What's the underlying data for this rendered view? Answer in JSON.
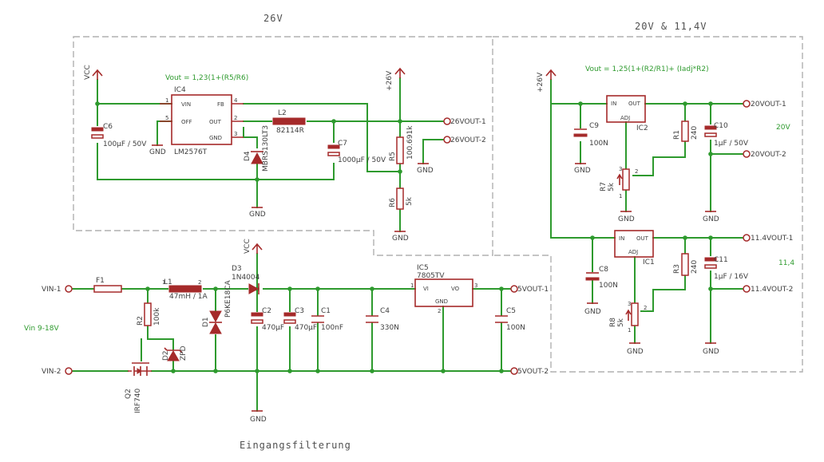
{
  "sections": {
    "s26": "26V",
    "s20": "20V & 11,4V",
    "input": "Eingangsfilterung"
  },
  "formulas": {
    "f26": "Vout = 1,23(1+(R5/R6)",
    "f20": "Vout = 1,25(1+(R2/R1)+ (Iadj*R2)"
  },
  "notes": {
    "vin_range": "Vin 9-18V",
    "v20": "20V",
    "v114": "11,4"
  },
  "ports": {
    "vin1": "VIN-1",
    "vin2": "VIN-2",
    "v26_1": "26VOUT-1",
    "v26_2": "26VOUT-2",
    "v20_1": "20VOUT-1",
    "v20_2": "20VOUT-2",
    "v114_1": "11.4VOUT-1",
    "v114_2": "11.4VOUT-2",
    "v5_1": "5VOUT-1",
    "v5_2": "5VOUT-2"
  },
  "power": {
    "vcc": "VCC",
    "p26": "+26V",
    "gnd": "GND"
  },
  "ics": {
    "ic4": {
      "name": "IC4",
      "part": "LM2576T",
      "vin": "VIN",
      "fb": "FB",
      "off": "OFF",
      "out": "OUT",
      "gnd": "GND"
    },
    "ic2": {
      "name": "IC2",
      "in": "IN",
      "out": "OUT",
      "adj": "ADJ"
    },
    "ic1": {
      "name": "IC1",
      "in": "IN",
      "out": "OUT",
      "adj": "ADJ"
    },
    "ic5": {
      "name": "IC5",
      "part": "7805TV",
      "vi": "VI",
      "vo": "VO",
      "gnd": "GND"
    }
  },
  "parts": {
    "c6": {
      "name": "C6",
      "value": "100µF / 50V"
    },
    "l2": {
      "name": "L2",
      "value": "82114R"
    },
    "d4": {
      "name": "D4",
      "value": "MBRS130LT3"
    },
    "c7": {
      "name": "C7",
      "value": "1000µF / 50V"
    },
    "r5": {
      "name": "R5",
      "value": "100.691k"
    },
    "r6": {
      "name": "R6",
      "value": "5k"
    },
    "c9": {
      "name": "C9",
      "value": "100N"
    },
    "r1": {
      "name": "R1",
      "value": "240"
    },
    "c10": {
      "name": "C10",
      "value": "1µF / 50V"
    },
    "r7": {
      "name": "R7",
      "value": "5k"
    },
    "c8": {
      "name": "C8",
      "value": "100N"
    },
    "r3": {
      "name": "R3",
      "value": "240"
    },
    "c11": {
      "name": "C11",
      "value": "1µF / 16V"
    },
    "r8": {
      "name": "R8",
      "value": "5k"
    },
    "f1": {
      "name": "F1",
      "value": ""
    },
    "l1": {
      "name": "L1",
      "value": "47mH / 1A"
    },
    "r2": {
      "name": "R2",
      "value": "100k"
    },
    "d2": {
      "name": "D2",
      "value": "ZPD"
    },
    "q2": {
      "name": "Q2",
      "value": "IRF740"
    },
    "d1": {
      "name": "D1",
      "value": "P6KE18CA"
    },
    "d3": {
      "name": "D3",
      "value": "1N4004"
    },
    "c2": {
      "name": "C2",
      "value": "470µF"
    },
    "c3": {
      "name": "C3",
      "value": "470µF"
    },
    "c1": {
      "name": "C1",
      "value": "100nF"
    },
    "c4": {
      "name": "C4",
      "value": "330N"
    },
    "c5": {
      "name": "C5",
      "value": "100N"
    }
  },
  "pins": {
    "p1": "1",
    "p2": "2",
    "p3": "3",
    "p4": "4",
    "p5": "5"
  }
}
